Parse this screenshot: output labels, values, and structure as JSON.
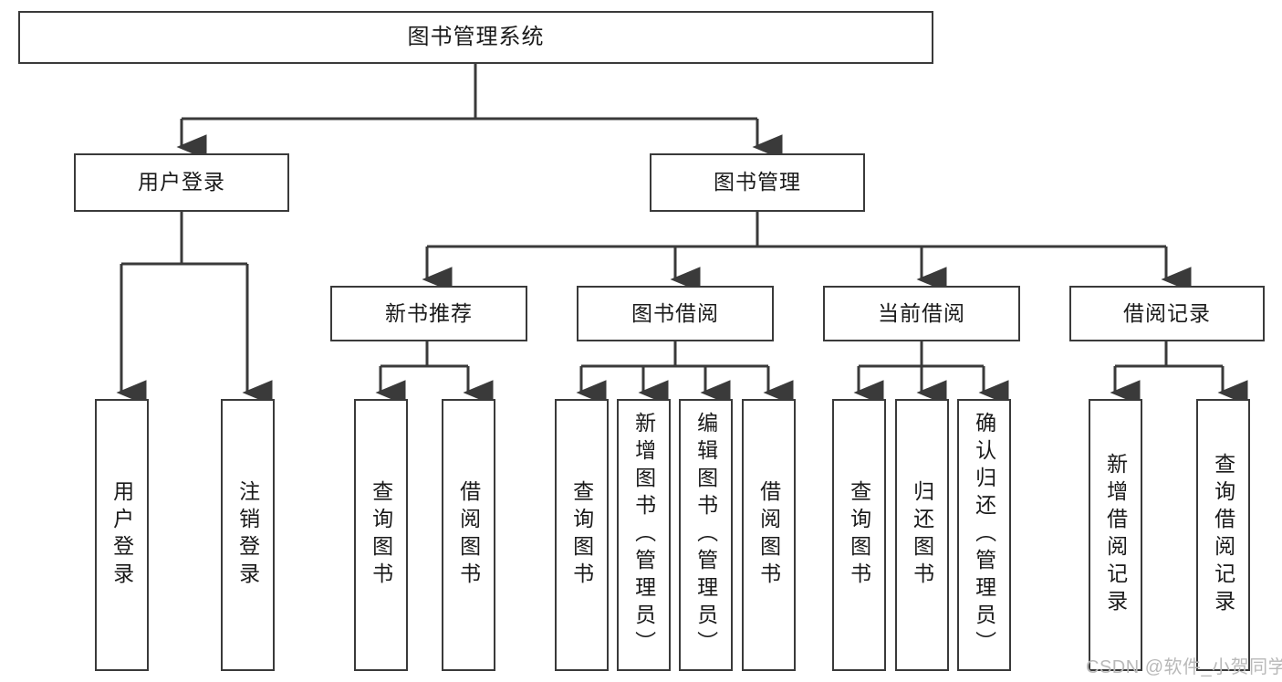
{
  "diagram": {
    "title": "图书管理系统",
    "type": "tree-hierarchy-diagram",
    "colors": {
      "border": "#3a3a3a",
      "background": "#ffffff",
      "text": "#1a1a1a",
      "watermark": "#b9b9b9"
    },
    "root": {
      "label": "图书管理系统"
    },
    "level2": [
      {
        "label": "用户登录"
      },
      {
        "label": "图书管理"
      }
    ],
    "level3": [
      {
        "label": "新书推荐"
      },
      {
        "label": "图书借阅"
      },
      {
        "label": "当前借阅"
      },
      {
        "label": "借阅记录"
      }
    ],
    "leaves": {
      "user_login": [
        {
          "label": "用户登录"
        },
        {
          "label": "注销登录"
        }
      ],
      "new_book": [
        {
          "label": "查询图书"
        },
        {
          "label": "借阅图书"
        }
      ],
      "book_borrow": [
        {
          "label": "查询图书"
        },
        {
          "label": "新增图书（管理员）"
        },
        {
          "label": "编辑图书（管理员）"
        },
        {
          "label": "借阅图书"
        }
      ],
      "current_borrow": [
        {
          "label": "查询图书"
        },
        {
          "label": "归还图书"
        },
        {
          "label": "确认归还（管理员）"
        }
      ],
      "borrow_record": [
        {
          "label": "新增借阅记录"
        },
        {
          "label": "查询借阅记录"
        }
      ]
    }
  },
  "watermark": {
    "text": "CSDN @软件_小贺同学"
  }
}
